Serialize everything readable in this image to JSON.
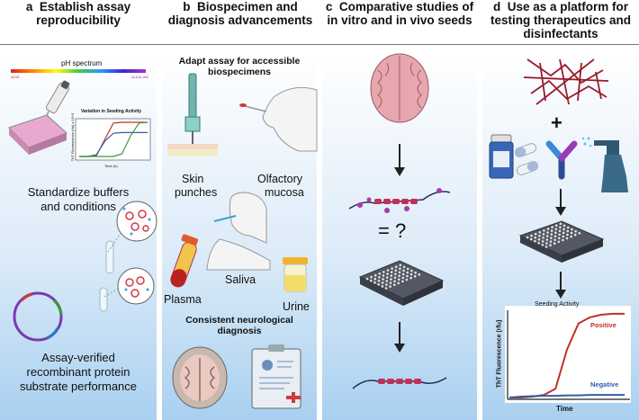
{
  "headers": {
    "a": {
      "letter": "a",
      "line1": "Establish assay",
      "line2": "reproducibility"
    },
    "b": {
      "letter": "b",
      "line1": "Biospecimen and",
      "line2": "diagnosis advancements"
    },
    "c": {
      "letter": "c",
      "line1": "Comparative studies of",
      "line2": "in vitro and in vivo seeds"
    },
    "d": {
      "letter": "d",
      "line1": "Use as a platform for",
      "line2": "testing therapeutics and",
      "line3": "disinfectants"
    }
  },
  "panel_a": {
    "ph_title": "pH spectrum",
    "ph_left": "ACID",
    "ph_right": "ALKALINE",
    "chart_title": "Variation in Seeding Activity",
    "chart_ylabel": "ThT Fluorescence (rfu) x 10^3",
    "chart_xlabel": "Time (h)",
    "caption1": "Standardize buffers",
    "caption2": "and conditions",
    "caption3": "Assay-verified",
    "caption4": "recombinant protein",
    "caption5": "substrate performance"
  },
  "panel_b": {
    "title1": "Adapt assay for accessible",
    "title2": "biospecimens",
    "skin1": "Skin",
    "skin2": "punches",
    "olf1": "Olfactory",
    "olf2": "mucosa",
    "plasma": "Plasma",
    "saliva": "Saliva",
    "urine": "Urine",
    "diag1": "Consistent neurological",
    "diag2": "diagnosis"
  },
  "panel_c": {
    "equals": "= ?"
  },
  "panel_d": {
    "plus": "+",
    "chart_title": "Seeding Activity",
    "ylabel": "ThT Fluorescence (rfu)",
    "xlabel": "Time",
    "positive": "Positive",
    "negative": "Negative"
  },
  "colors": {
    "panel_bg_top": "#ffffff",
    "panel_bg_bottom": "#a9d0f0",
    "positive": "#c0302a",
    "negative": "#2d5fa8",
    "peptide_line": "#23305a",
    "peptide_red": "#c0305a",
    "peptide_dot": "#a93aa8"
  },
  "icons": [
    "pipette-icon",
    "well-plate-icon",
    "brain-icon",
    "skin-biopsy-icon",
    "face-icon",
    "blood-tube-icon",
    "urine-cup-icon",
    "brain-scan-icon",
    "clipboard-icon",
    "fibril-icon",
    "pill-bottle-icon",
    "capsule-icon",
    "antibody-icon",
    "spray-bottle-icon",
    "plasmid-icon",
    "arrow-down-icon"
  ],
  "chart_data": [
    {
      "type": "line",
      "title": "Variation in Seeding Activity",
      "xlabel": "Time (h)",
      "ylabel": "ThT Fluorescence (rfu) x 10^3",
      "x": [
        0,
        10,
        20,
        30,
        40,
        50,
        60,
        70,
        80
      ],
      "series": [
        {
          "color": "#c0302a",
          "values": [
            0,
            0,
            2,
            50,
            98,
            100,
            100,
            100,
            100
          ]
        },
        {
          "color": "#2d5fa8",
          "values": [
            0,
            0,
            5,
            45,
            68,
            70,
            70,
            70,
            70
          ]
        },
        {
          "color": "#3a9a3a",
          "values": [
            0,
            0,
            0,
            0,
            0,
            8,
            60,
            98,
            100
          ]
        }
      ]
    },
    {
      "type": "line",
      "title": "Seeding Activity",
      "xlabel": "Time",
      "ylabel": "ThT Fluorescence (rfu)",
      "x": [
        0,
        1,
        2,
        3,
        4,
        5,
        6,
        7,
        8,
        9,
        10
      ],
      "series": [
        {
          "name": "Positive",
          "color": "#c0302a",
          "values": [
            0,
            0,
            1,
            3,
            10,
            55,
            85,
            92,
            95,
            96,
            96
          ]
        },
        {
          "name": "Negative",
          "color": "#2d5fa8",
          "values": [
            0,
            1,
            1.5,
            2,
            2,
            2.5,
            2.5,
            3,
            3,
            3,
            3
          ]
        }
      ]
    }
  ]
}
